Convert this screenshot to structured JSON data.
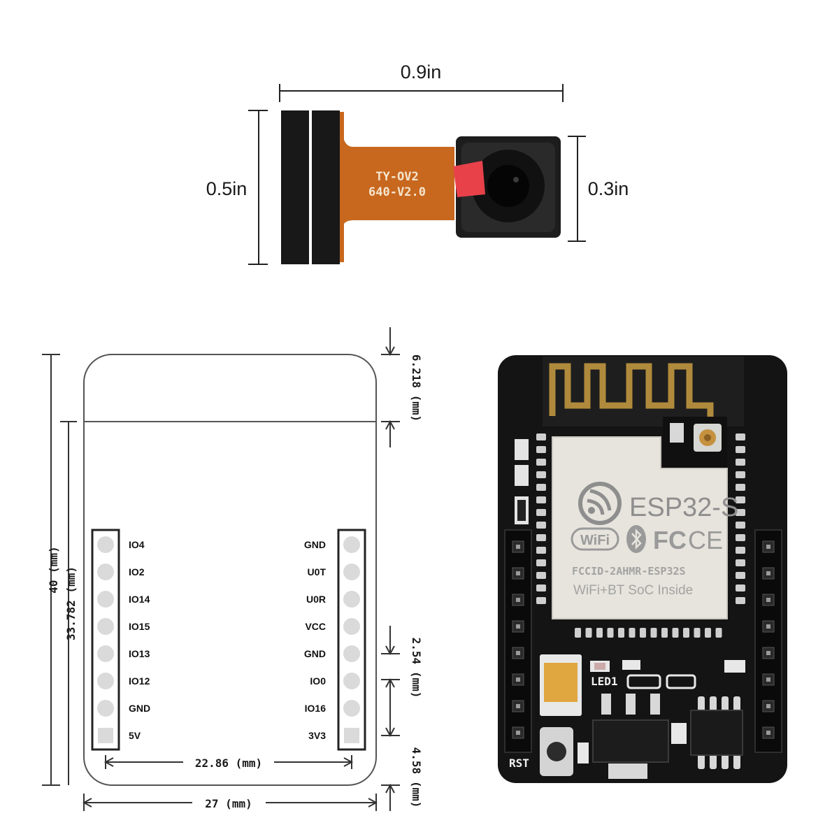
{
  "camera": {
    "width_label": "0.9in",
    "height_label": "0.5in",
    "lens_label": "0.3in",
    "flex_line1": "TY-OV2",
    "flex_line2": "640-V2.0"
  },
  "drawing": {
    "total_height": "40 (mm)",
    "inner_height": "33.782 (mm)",
    "top_offset": "6.218 (mm)",
    "pitch": "2.54 (mm)",
    "bottom_offset": "4.58 (mm)",
    "row_spacing": "22.86 (mm)",
    "total_width": "27 (mm)",
    "left_pins": [
      "IO4",
      "IO2",
      "IO14",
      "IO15",
      "IO13",
      "IO12",
      "GND",
      "5V"
    ],
    "right_pins": [
      "GND",
      "U0T",
      "U0R",
      "VCC",
      "GND",
      "IO0",
      "IO16",
      "3V3"
    ]
  },
  "board": {
    "module_name": "ESP32-S",
    "fcc_id": "FCCID-2AHMR-ESP32S",
    "soc_text": "WiFi+BT SoC Inside",
    "wifi_logo": "WiFi",
    "fc_mark": "FC",
    "ce_mark": "CE",
    "led_label": "LED1",
    "reset_label": "RST",
    "icons": [
      "espressif-logo-icon",
      "wifi-logo-icon",
      "bluetooth-icon"
    ],
    "colors": {
      "pcb": "#141414",
      "antenna": "#b08a3c",
      "shield": "#e6e4dc",
      "flex": "#c8681e"
    }
  }
}
